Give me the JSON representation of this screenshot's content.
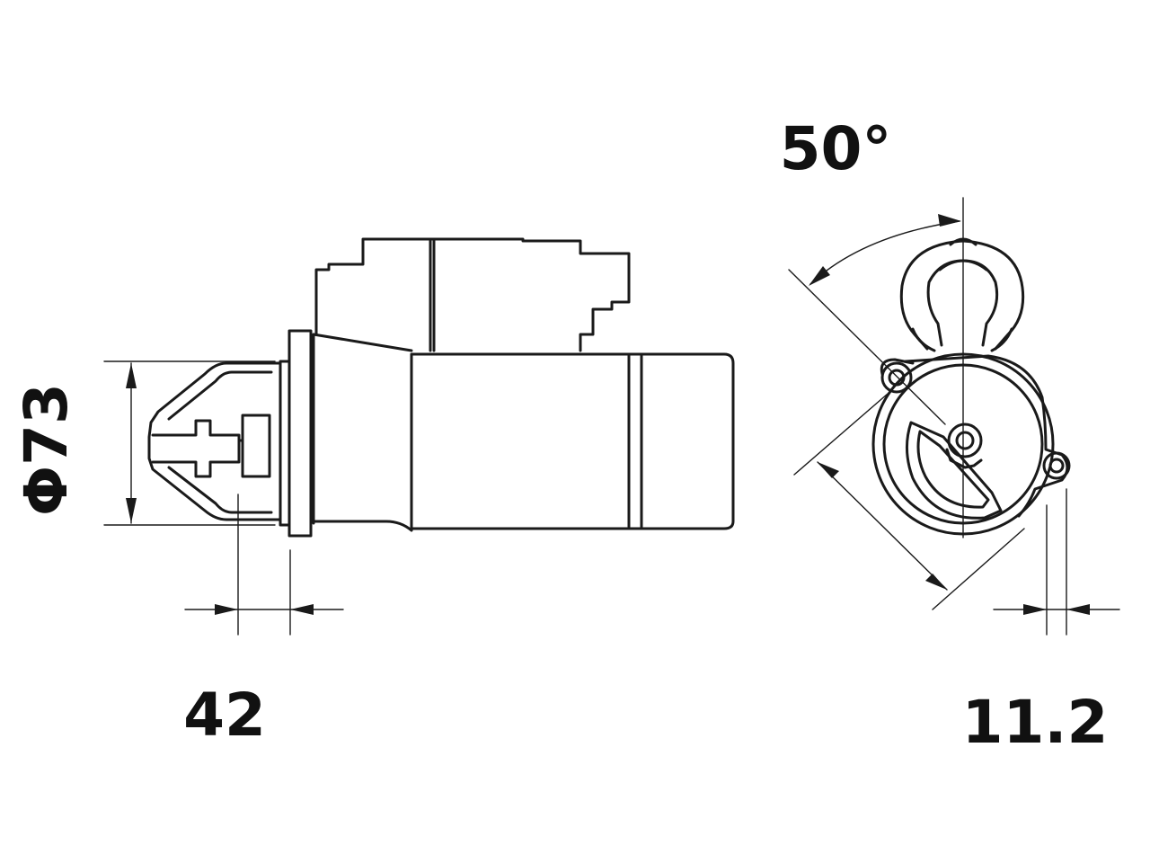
{
  "dimensions": {
    "diameter": "Φ73",
    "pinion_offset": "42",
    "angle": "50°",
    "flange_offset": "11.2"
  },
  "colors": {
    "line": "#1a1a1a",
    "background": "#ffffff"
  }
}
